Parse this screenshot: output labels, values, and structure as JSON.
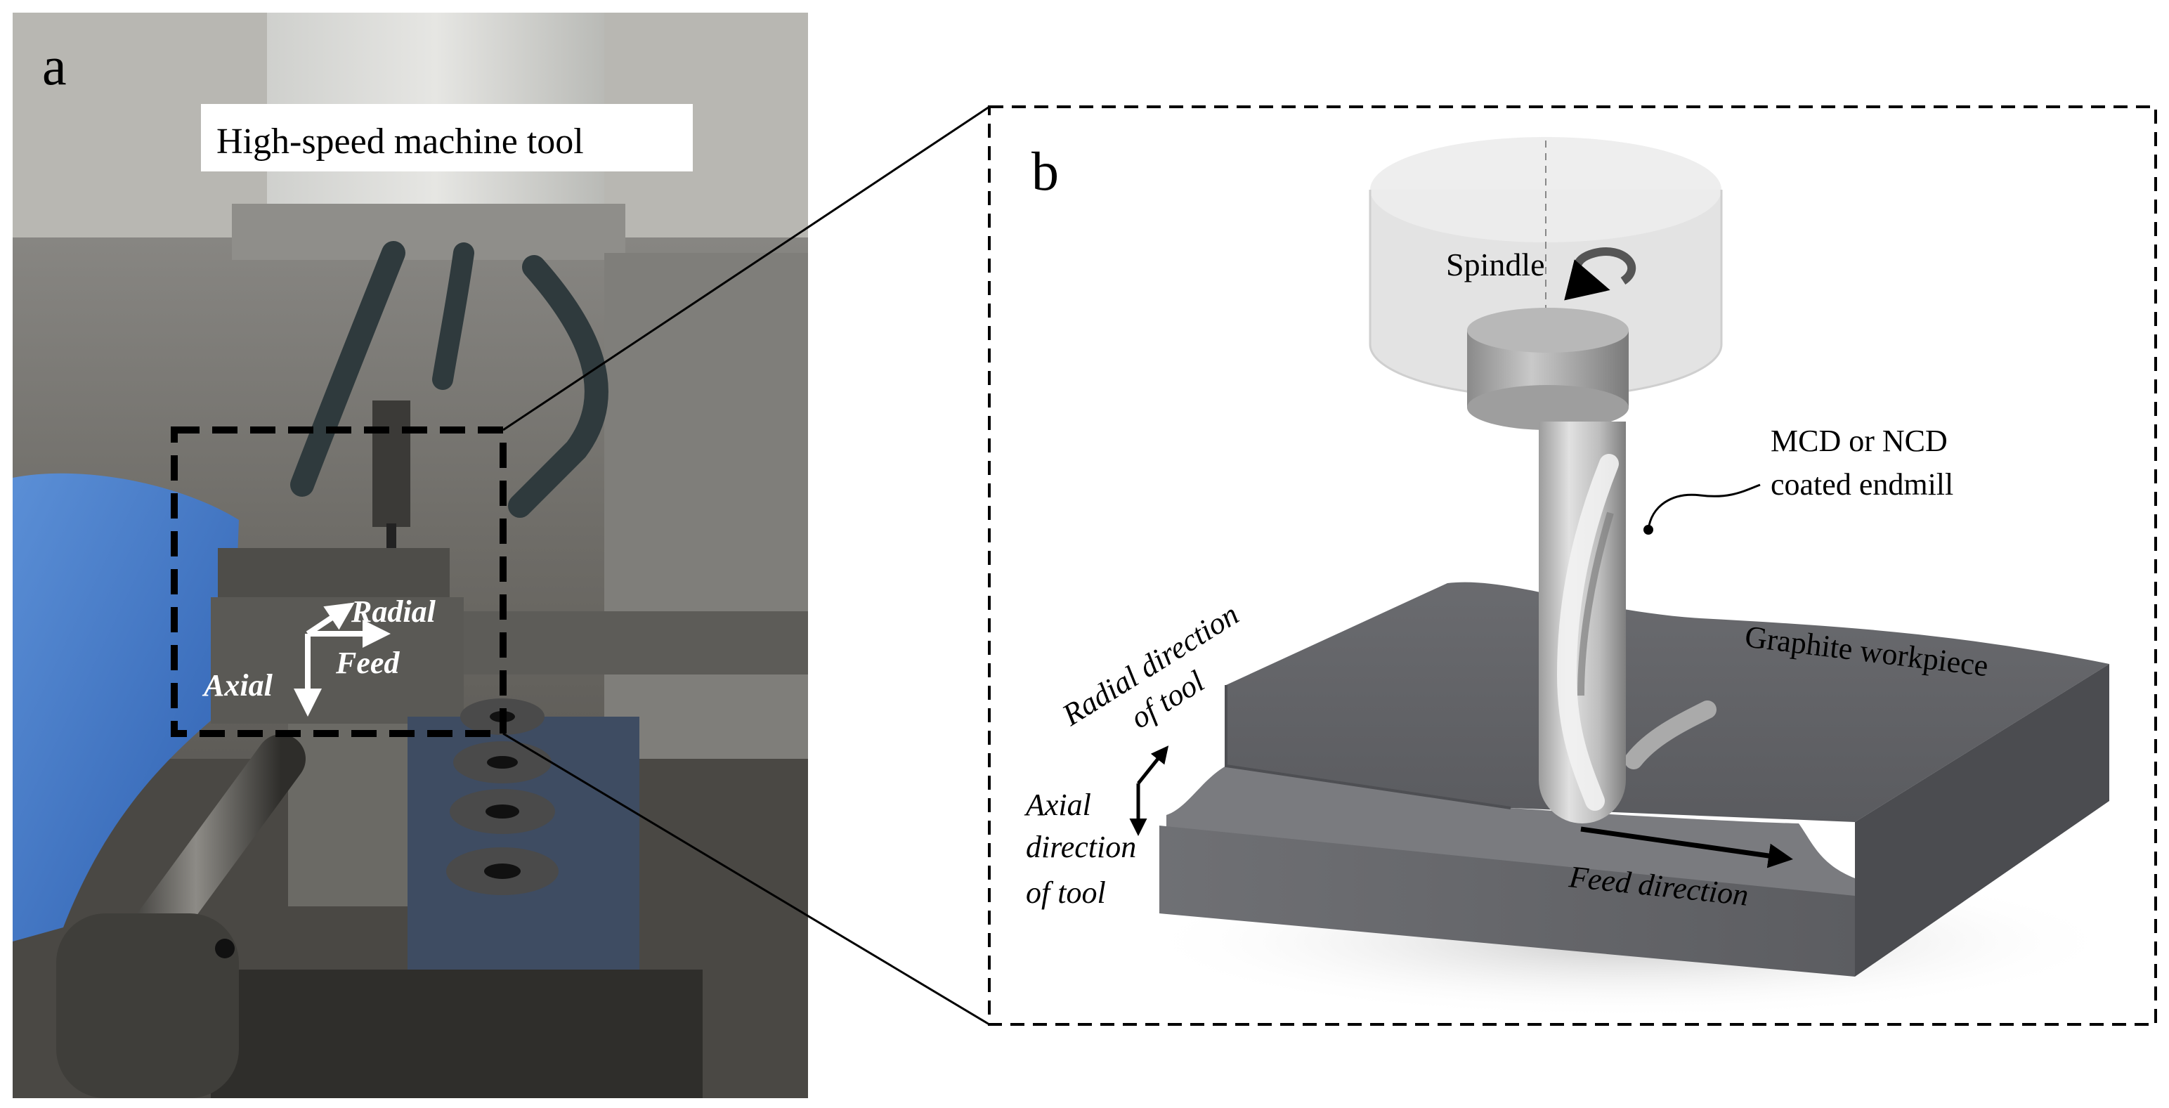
{
  "panel_a": {
    "letter": "a",
    "title_box": "High-speed machine tool",
    "arrows": {
      "radial": "Radial",
      "feed": "Feed",
      "axial": "Axial"
    }
  },
  "panel_b": {
    "letter": "b",
    "labels": {
      "spindle": "Spindle",
      "tool_line1": "MCD or NCD",
      "tool_line2": "coated endmill",
      "workpiece": "Graphite workpiece",
      "radial_line1": "Radial direction",
      "radial_line2": "of tool",
      "axial_line1": "Axial",
      "axial_line2": "direction",
      "axial_line3": "of tool",
      "feed": "Feed direction"
    }
  }
}
